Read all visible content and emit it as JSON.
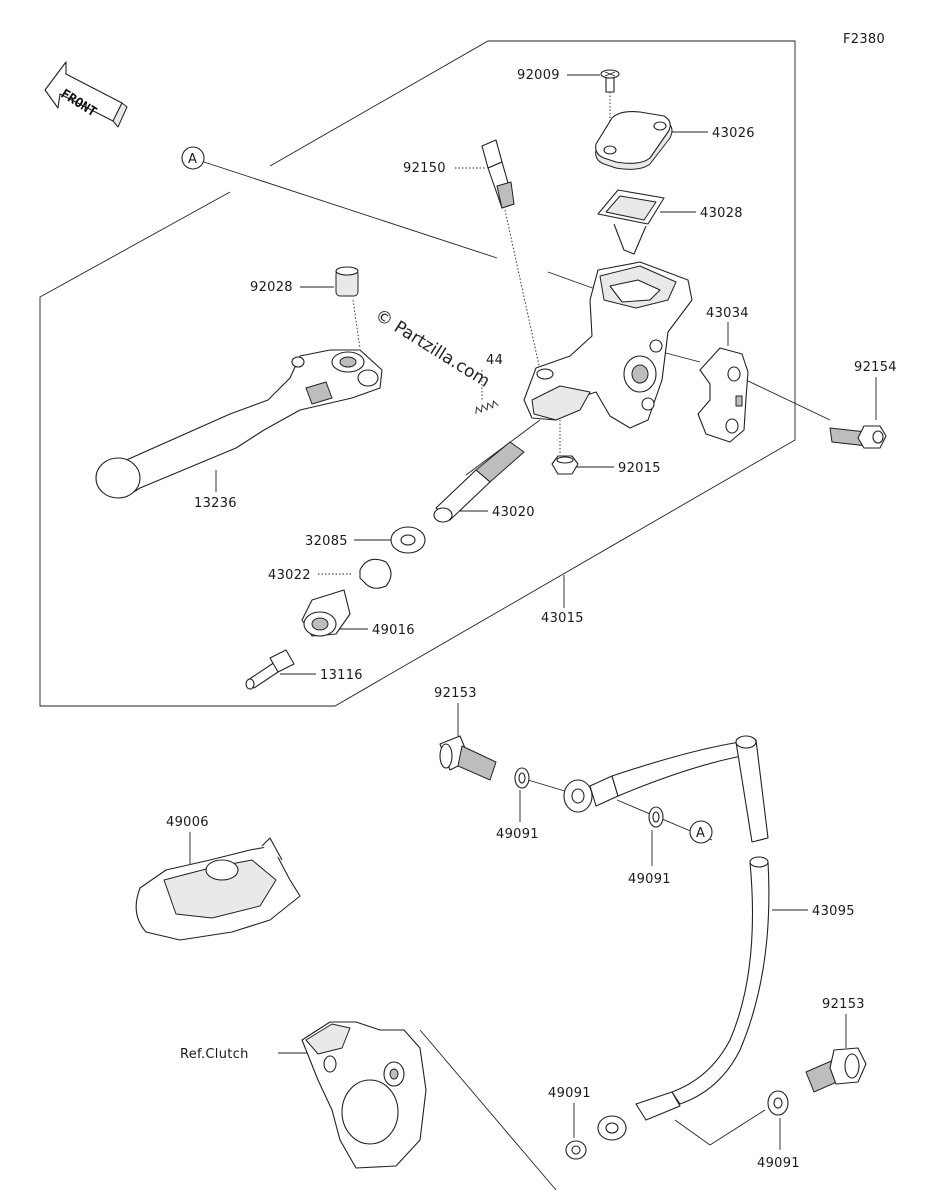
{
  "diagram_code": "F2380",
  "front_label": "FRONT",
  "watermark": "© Partzilla.com",
  "ref_marker": "A",
  "parts": [
    {
      "id": "92009"
    },
    {
      "id": "43026"
    },
    {
      "id": "92150"
    },
    {
      "id": "43028"
    },
    {
      "id": "92028"
    },
    {
      "id": "43034"
    },
    {
      "id": "92154"
    },
    {
      "id": "44"
    },
    {
      "id": "92015"
    },
    {
      "id": "13236"
    },
    {
      "id": "43020"
    },
    {
      "id": "32085"
    },
    {
      "id": "43022"
    },
    {
      "id": "43015"
    },
    {
      "id": "49016"
    },
    {
      "id": "13116"
    },
    {
      "id": "92153"
    },
    {
      "id": "49091"
    },
    {
      "id": "49091"
    },
    {
      "id": "49006"
    },
    {
      "id": "43095"
    },
    {
      "id": "92153"
    },
    {
      "id": "Ref.Clutch"
    },
    {
      "id": "49091"
    },
    {
      "id": "49091"
    }
  ]
}
